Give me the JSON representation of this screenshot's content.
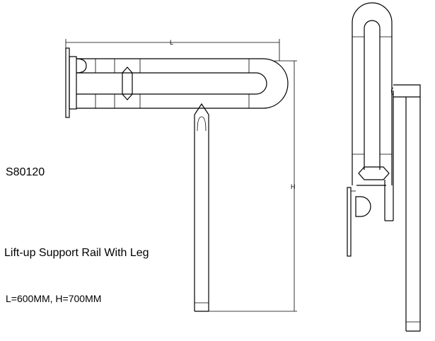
{
  "model_code": "S80120",
  "product_name": "Lift-up Support Rail With Leg",
  "dimensions_text": "L=600MM, H=700MM",
  "dim_labels": {
    "length": "L",
    "height": "H"
  }
}
